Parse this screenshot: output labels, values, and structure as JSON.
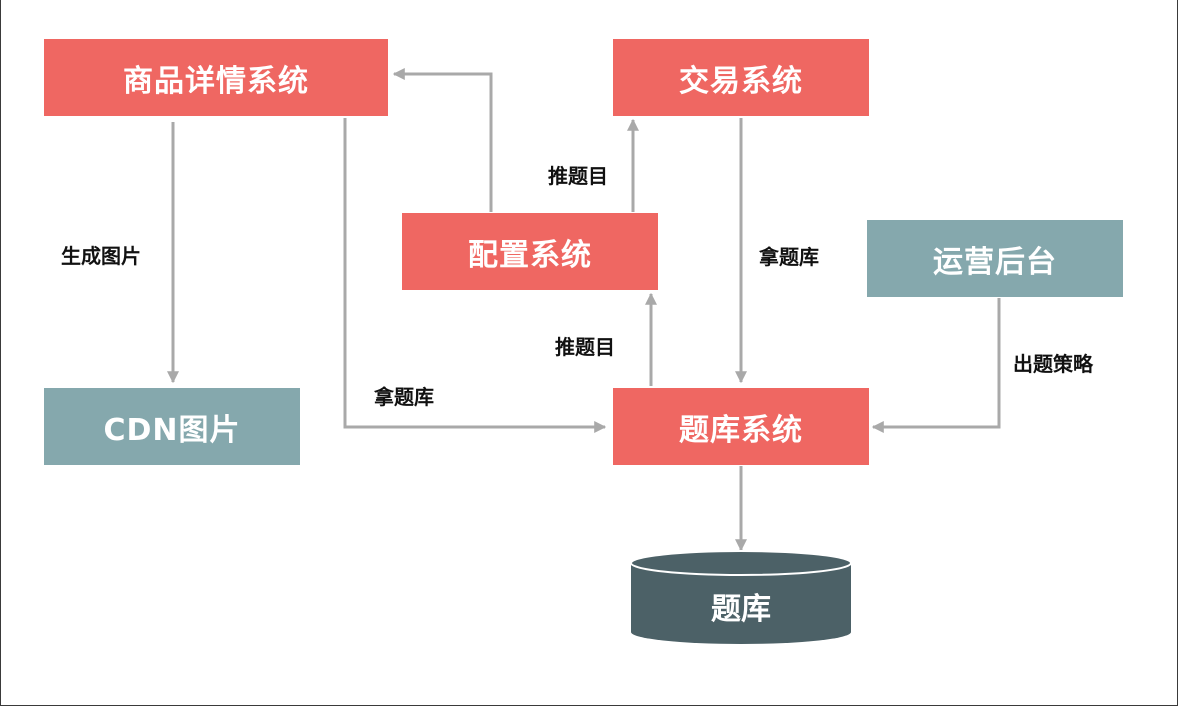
{
  "nodes": {
    "product_detail": "商品详情系统",
    "trade": "交易系统",
    "config": "配置系统",
    "ops_backend": "运营后台",
    "cdn_image": "CDN图片",
    "question_bank_system": "题库系统",
    "question_bank_db": "题库"
  },
  "edge_labels": {
    "generate_image": "生成图片",
    "push_question_top": "推题目",
    "push_question_bottom": "推题目",
    "fetch_bank_trade": "拿题库",
    "fetch_bank_product": "拿题库",
    "question_strategy": "出题策略"
  },
  "colors": {
    "system_box": "#ef6762",
    "secondary_box": "#85a8ad",
    "database": "#4c6167",
    "arrow": "#a9a9a9"
  }
}
